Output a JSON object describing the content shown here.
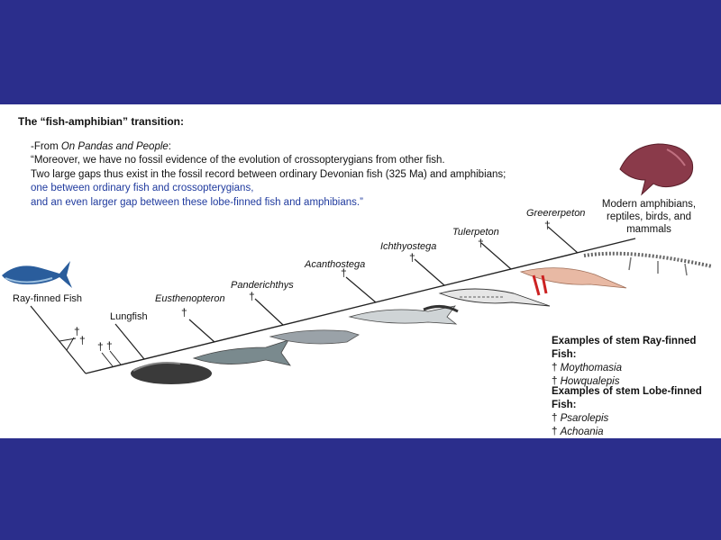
{
  "title": "The “fish-amphibian” transition:",
  "quote": {
    "source_prefix": "-From ",
    "source_title": "On Pandas and People",
    "source_suffix": ":",
    "line1": "“Moreover, we have no fossil evidence of the evolution of crossopterygians from other fish.",
    "line2": "Two large gaps thus exist in the fossil record between ordinary Devonian fish (325 Ma) and amphibians;",
    "line3": "one between ordinary fish and crossopterygians,",
    "line4": "and an even larger gap between these lobe-finned fish and amphibians.”"
  },
  "taxa": {
    "ray_finned": "Ray-finned Fish",
    "lungfish": "Lungfish",
    "eusthenopteron": "Eusthenopteron",
    "panderichthys": "Panderichthys",
    "acanthostega": "Acanthostega",
    "ichthyostega": "Ichthyostega",
    "tulerpeton": "Tulerpeton",
    "greererpeton": "Greererpeton",
    "modern": "Modern amphibians, reptiles, birds, and mammals"
  },
  "dagger": "†",
  "examples": {
    "ray_heading": "Examples of stem Ray-finned Fish",
    "ray_items": [
      "Moythomasia",
      "Howqualepis"
    ],
    "lobe_heading": "Examples of stem Lobe-finned Fish",
    "lobe_items": [
      "Psarolepis",
      "Achoania"
    ]
  },
  "colors": {
    "band": "#2b2e8c",
    "quote_blue": "#1f3a9e",
    "tuna": "#2a5d9c",
    "salamander": "#8a3a4a"
  }
}
